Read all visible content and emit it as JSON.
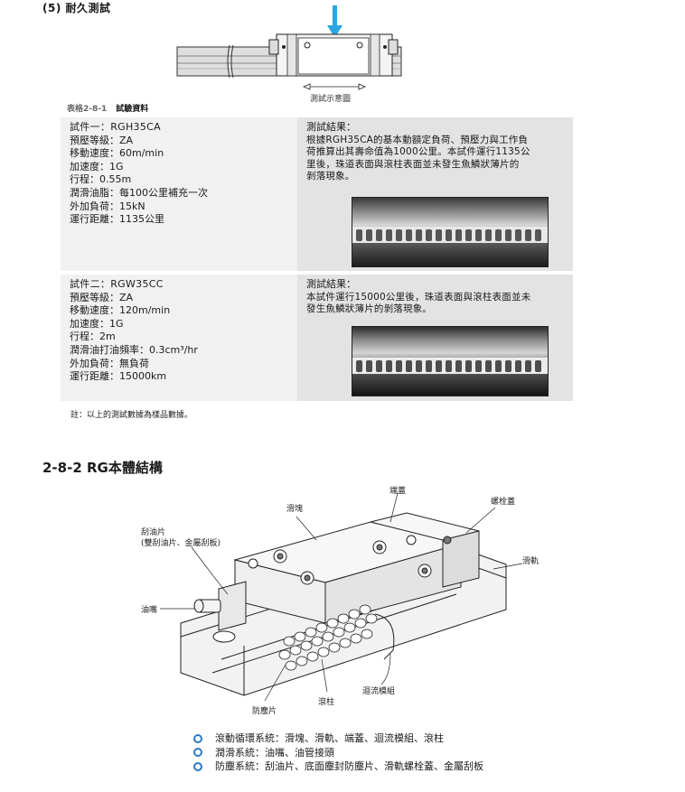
{
  "section_title": "(5) 耐久測試",
  "test_diagram_caption": "測試示意圖",
  "table": {
    "caption_num": "表格2-8-1",
    "caption_title": "試驗資料",
    "rows": [
      {
        "spec_lines": [
          "試件一：RGH35CA",
          "預壓等級：ZA",
          "移動速度：60m/min",
          "加速度：1G",
          "行程：0.55m",
          "潤滑油脂：每100公里補充一次",
          "外加負荷：15kN",
          "運行距離：1135公里"
        ],
        "result_title": "測試結果：",
        "result_lines": [
          "根據RGH35CA的基本動額定負荷、預壓力與工作負",
          "荷推算出其壽命值為1000公里。本試件運行1135公",
          "里後，珠道表面與滾柱表面並未發生魚鱗狀薄片的",
          "剝落現象。"
        ]
      },
      {
        "spec_lines": [
          "試件二：RGW35CC",
          "預壓等級：ZA",
          "移動速度：120m/min",
          "加速度：1G",
          "行程：2m",
          "潤滑油打油頻率：0.3cm³/hr",
          "外加負荷：無負荷",
          "運行距離：15000km"
        ],
        "result_title": "測試結果：",
        "result_lines": [
          "本試件運行15000公里後，珠道表面與滾柱表面並未",
          "發生魚鱗狀薄片的剝落現象。"
        ]
      }
    ]
  },
  "note": "註：以上的測試數據為樣品數據。",
  "structure_title": "2-8-2 RG本體結構",
  "labels": {
    "block": "滑塊",
    "end_cap": "端蓋",
    "bolt_cap": "螺栓蓋",
    "rail": "滑軌",
    "scraper": "刮油片",
    "scraper_sub": "(雙刮油片、金屬刮板)",
    "grease_nipple": "油嘴",
    "dust_seal": "防塵片",
    "roller": "滾柱",
    "recirculation": "迴流模組"
  },
  "bullets": [
    "滾動循環系統：滑塊、滑軌、端蓋、迴流模組、滾柱",
    "潤滑系統：油嘴、油管接頭",
    "防塵系統：刮油片、底面塵封防塵片、滑軌螺栓蓋、金屬刮板"
  ],
  "colors": {
    "accent_blue": "#2aa7e0",
    "bullet_blue": "#2a78c6",
    "cell_light": "#f1f1f1",
    "cell_dark": "#e3e3e3"
  }
}
